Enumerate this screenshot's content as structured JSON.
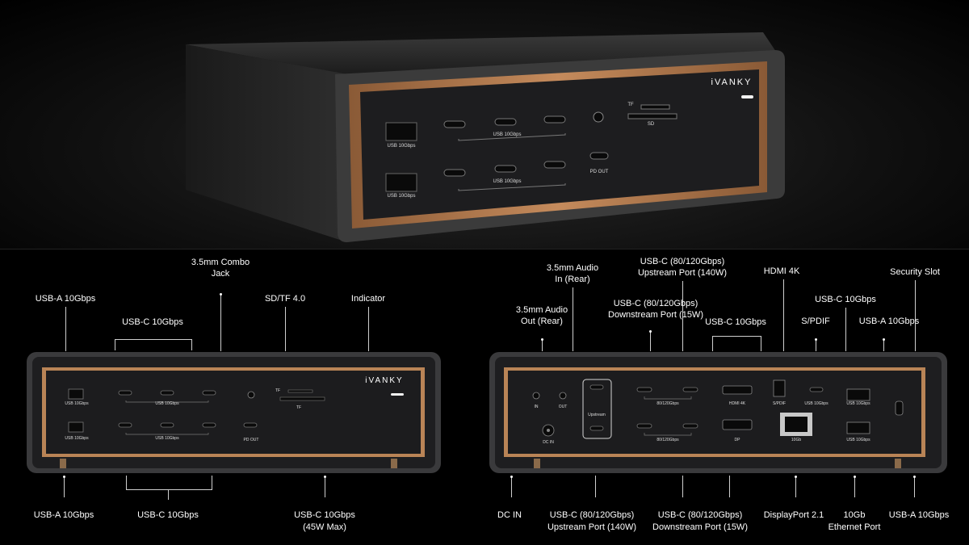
{
  "hero": {
    "brand": "iVANKY",
    "front_labels": {
      "usb_a_top": "USB 10Gbps",
      "usb_a_bottom": "USB 10Gbps",
      "usbc_top": "USB 10Gbps",
      "usbc_bottom": "USB 10Gbps",
      "pd_out": "PD OUT",
      "tf": "TF",
      "sd": "SD"
    }
  },
  "front_view": {
    "brand": "iVANKY",
    "port_labels": {
      "usb_a_top": "USB 10Gbps",
      "usb_a_bottom": "USB 10Gbps",
      "usbc_top": "USB 10Gbps",
      "usbc_bottom": "USB 10Gbps",
      "pd_out": "PD OUT",
      "tf": "TF",
      "sd": "TF"
    },
    "callouts_top": {
      "usb_a": "USB-A 10Gbps",
      "usb_c": "USB-C 10Gbps",
      "combo_jack_1": "3.5mm Combo",
      "combo_jack_2": "Jack",
      "sd_tf": "SD/TF 4.0",
      "indicator": "Indicator"
    },
    "callouts_bottom": {
      "usb_a": "USB-A 10Gbps",
      "usb_c": "USB-C 10Gbps",
      "usb_c_pd_1": "USB-C 10Gbps",
      "usb_c_pd_2": "(45W Max)"
    }
  },
  "rear_view": {
    "port_labels": {
      "in": "IN",
      "out": "OUT",
      "upstream": "Upstream",
      "dp_top": "80/120Gbps",
      "dp_bottom": "80/120Gbps",
      "hdmi": "HDMI 4K",
      "dp": "DP",
      "spdif": "S/PDIF",
      "usbc": "USB 10Gbps",
      "eth": "10Gb",
      "usba_top": "USB 10Gbps",
      "usba_bottom": "USB 10Gbps",
      "dc_in": "DC IN"
    },
    "callouts_top": {
      "audio_in_1": "3.5mm Audio",
      "audio_in_2": "In (Rear)",
      "audio_out_1": "3.5mm Audio",
      "audio_out_2": "Out (Rear)",
      "upstream_1": "USB-C (80/120Gbps)",
      "upstream_2": "Upstream Port (140W)",
      "downstream_1": "USB-C (80/120Gbps)",
      "downstream_2": "Downstream Port (15W)",
      "hdmi": "HDMI 4K",
      "usbc": "USB-C 10Gbps",
      "security": "Security Slot",
      "usbc_10": "USB-C 10Gbps",
      "spdif": "S/PDIF",
      "usba": "USB-A 10Gbps"
    },
    "callouts_bottom": {
      "dc_in": "DC IN",
      "upstream_1": "USB-C (80/120Gbps)",
      "upstream_2": "Upstream Port (140W)",
      "downstream_1": "USB-C (80/120Gbps)",
      "downstream_2": "Downstream Port (15W)",
      "dp": "DisplayPort 2.1",
      "eth_1": "10Gb",
      "eth_2": "Ethernet Port",
      "usba": "USB-A 10Gbps"
    }
  }
}
